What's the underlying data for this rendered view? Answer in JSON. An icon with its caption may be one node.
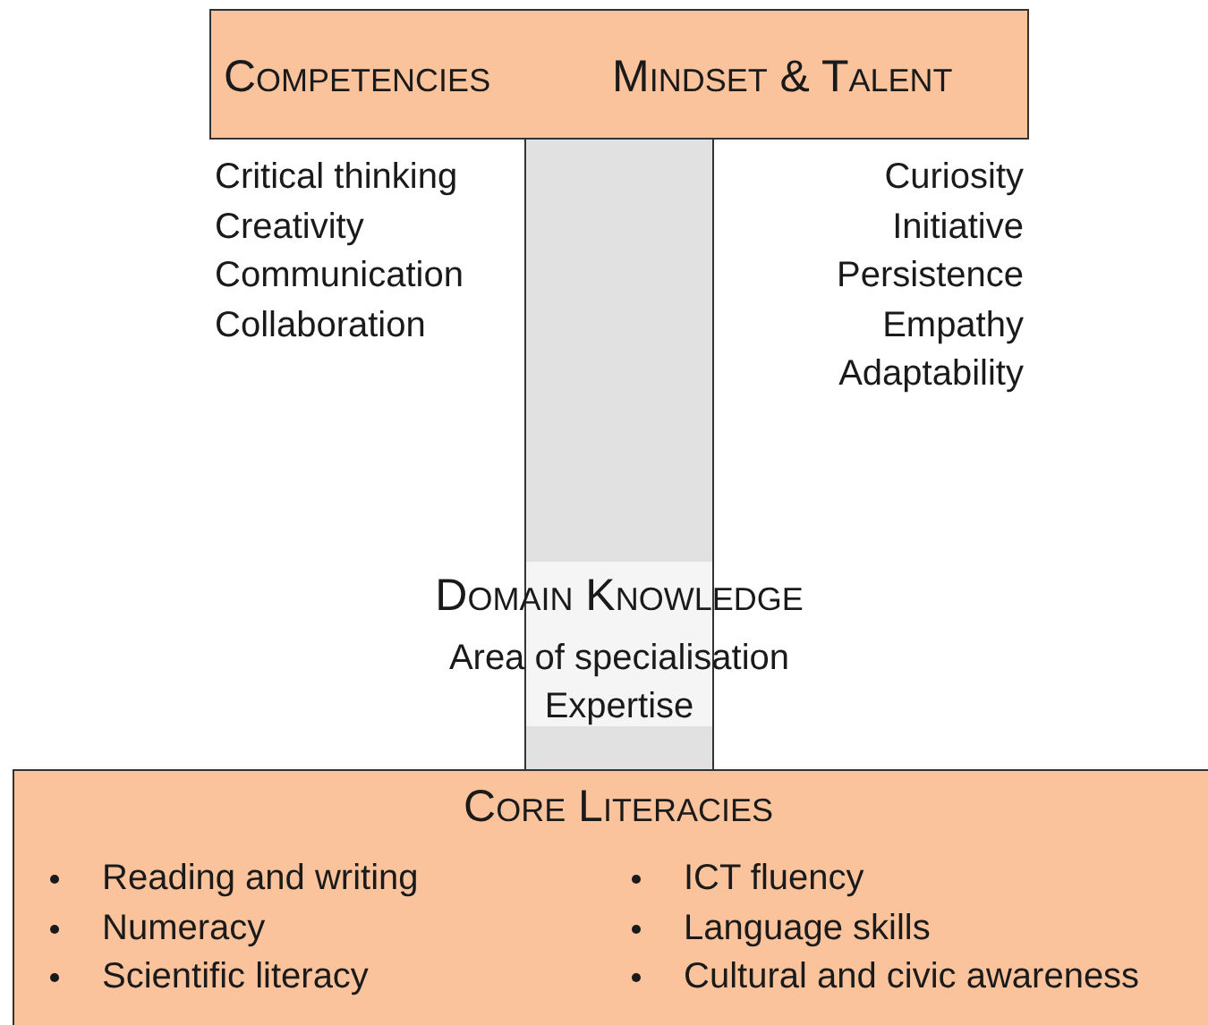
{
  "diagram": {
    "nodes": [
      {
        "text": [
          "Competencies",
          "Mindset & Talent"
        ]
      },
      {
        "text": [
          "Domain Knowledge",
          "Area of specialisation",
          "Expertise"
        ]
      },
      {
        "text": [
          "Core Literacies",
          "Reading and writing",
          "Numeracy",
          "Scientific literacy",
          "ICT fluency",
          "Language skills",
          "Cultural and civic awareness"
        ]
      }
    ],
    "labels": [
      "Critical thinking",
      "Creativity",
      "Communication",
      "Collaboration",
      "Curiosity",
      "Initiative",
      "Persistence",
      "Empathy",
      "Adaptability"
    ]
  }
}
